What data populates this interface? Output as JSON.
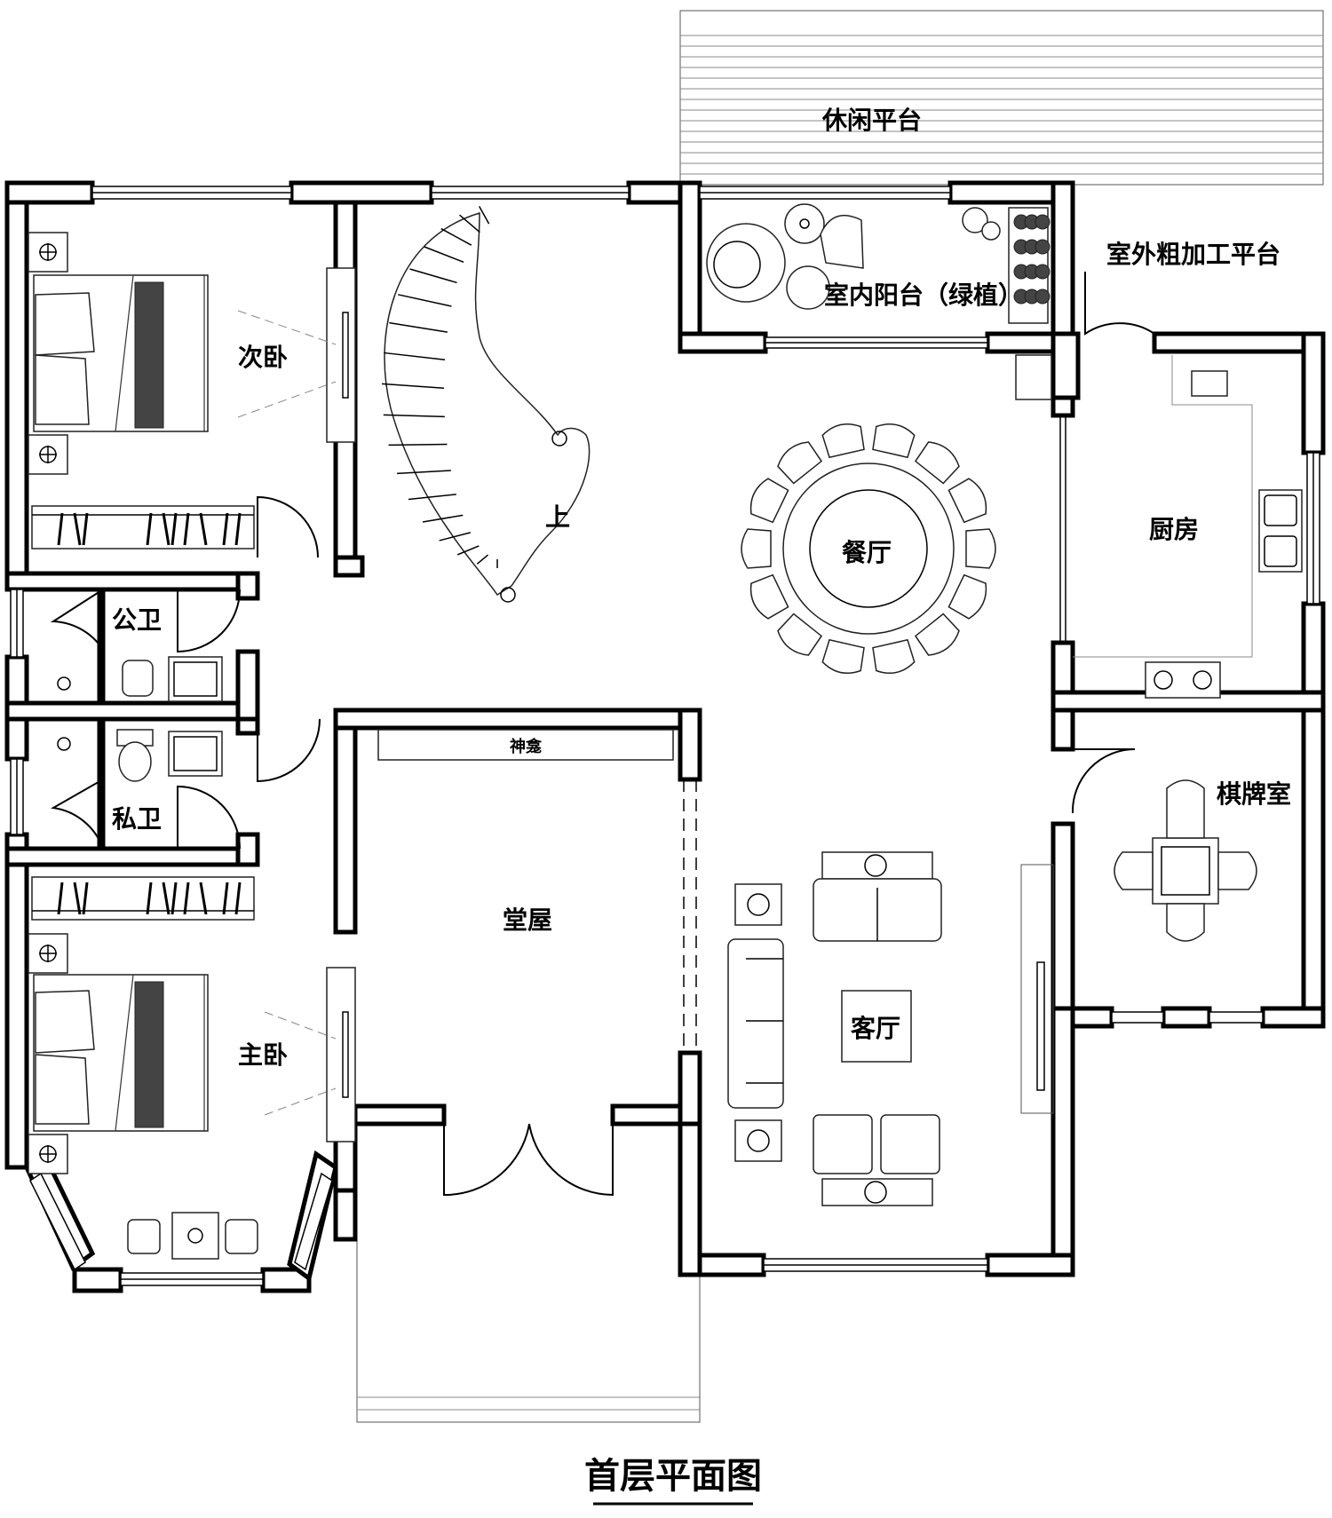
{
  "plan": {
    "title": "首层平面图",
    "rooms": {
      "leisure_terrace": "休闲平台",
      "indoor_balcony": "室内阳台（绿植）",
      "outdoor_platform": "室外粗加工平台",
      "second_bedroom": "次卧",
      "dining": "餐厅",
      "kitchen": "厨房",
      "public_bath": "公卫",
      "private_bath": "私卫",
      "shrine": "神龛",
      "main_hall": "堂屋",
      "master_bedroom": "主卧",
      "living_room": "客厅",
      "mahjong_room": "棋牌室",
      "stair_up": "上"
    }
  }
}
